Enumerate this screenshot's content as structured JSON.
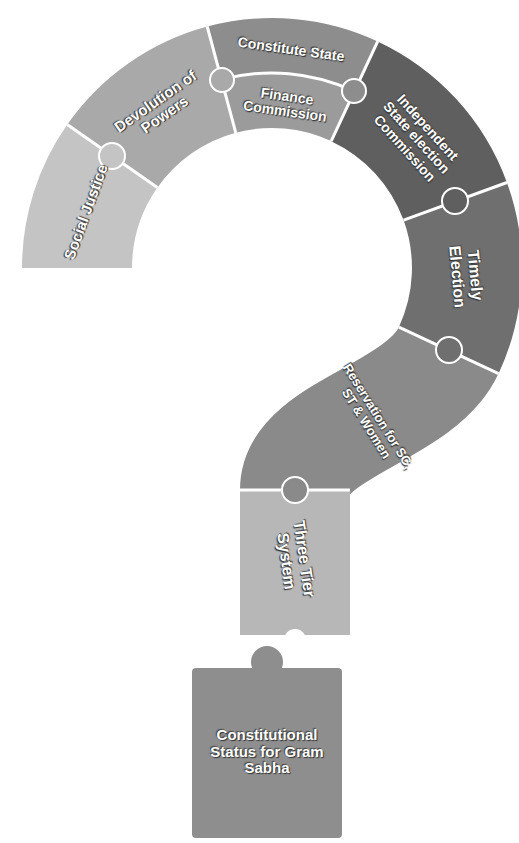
{
  "diagram": {
    "nodes": [
      {
        "text": [
          "Social Justice"
        ]
      },
      {
        "text": [
          "Devolution of Powers"
        ]
      },
      {
        "text": [
          "Constitute State"
        ]
      },
      {
        "text": [
          "Finance Commission"
        ]
      },
      {
        "text": [
          "Independent State election Commission"
        ]
      },
      {
        "text": [
          "Timely Election"
        ]
      },
      {
        "text": [
          "Reservation for SC, ST & Women"
        ]
      },
      {
        "text": [
          "Three Tier System"
        ]
      },
      {
        "text": [
          "Constitutional Status for Gram Sabha"
        ]
      }
    ]
  }
}
